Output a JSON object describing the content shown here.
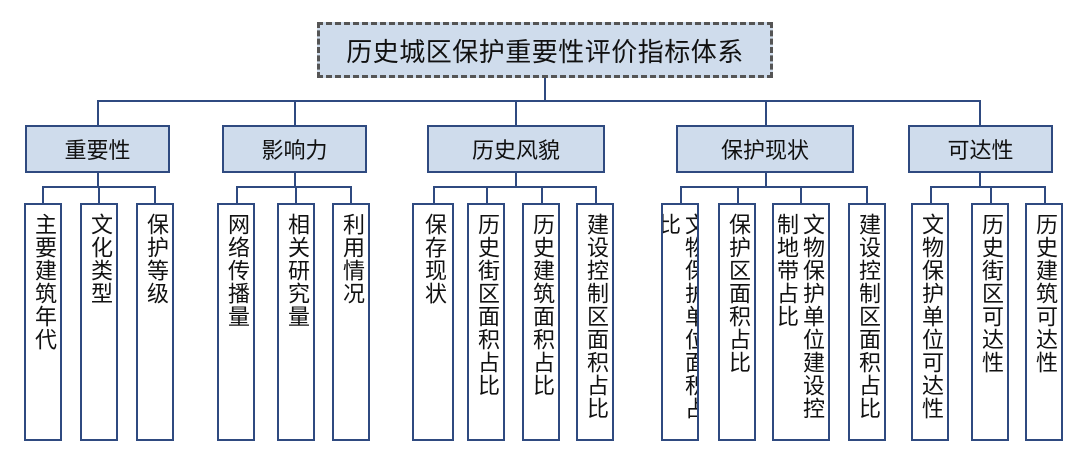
{
  "diagram": {
    "root": "历史城区保护重要性评价指标体系",
    "categories": [
      {
        "label": "重要性",
        "children": [
          {
            "label": "主要建筑年代"
          },
          {
            "label": "文化类型"
          },
          {
            "label": "保护等级"
          }
        ]
      },
      {
        "label": "影响力",
        "children": [
          {
            "label": "网络传播量"
          },
          {
            "label": "相关研究量"
          },
          {
            "label": "利用情况"
          }
        ]
      },
      {
        "label": "历史风貌",
        "children": [
          {
            "label": "保存现状"
          },
          {
            "label": "历史街区面积占比"
          },
          {
            "label": "历史建筑面积占比"
          },
          {
            "label": "建设控制区面积占比"
          }
        ]
      },
      {
        "label": "保护现状",
        "children": [
          {
            "label": "文物保护单位面积占比"
          },
          {
            "label": "保护区面积占比"
          },
          {
            "label": "文物保护单位建设控制地带占比"
          },
          {
            "label": "建设控制区面积占比"
          }
        ]
      },
      {
        "label": "可达性",
        "children": [
          {
            "label": "文物保护单位可达性"
          },
          {
            "label": "历史街区可达性"
          },
          {
            "label": "历史建筑可达性"
          }
        ]
      }
    ]
  }
}
